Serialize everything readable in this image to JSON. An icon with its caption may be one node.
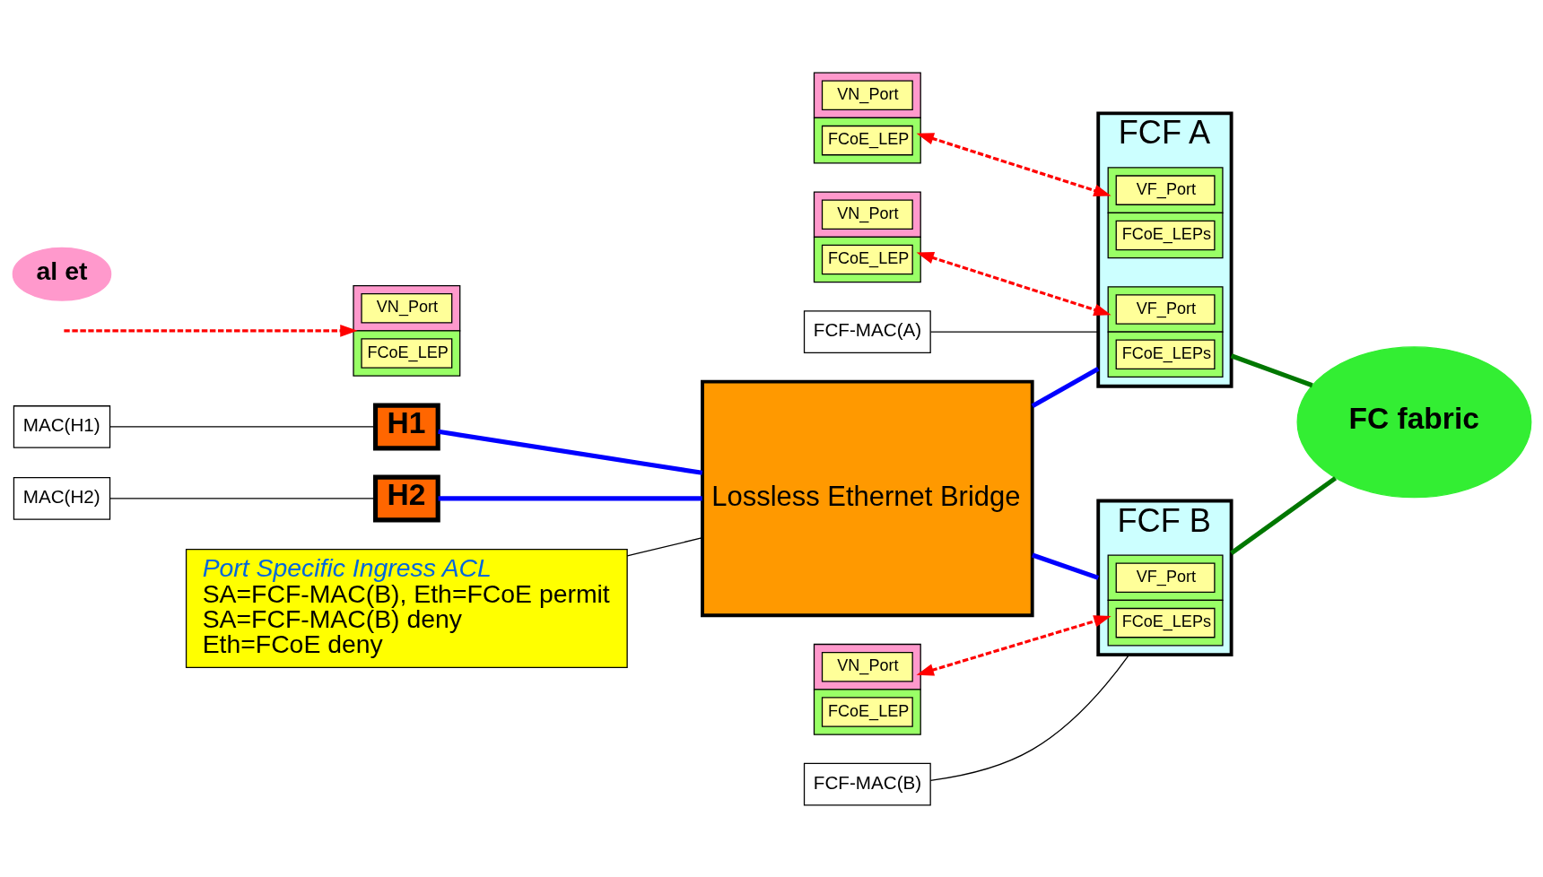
{
  "diagram": {
    "nodes": [
      {
        "text": [
          "VN_Port",
          "FCoE_LEP"
        ]
      },
      {
        "text": [
          "MAC(H1)"
        ]
      },
      {
        "text": [
          "H1"
        ]
      },
      {
        "text": [
          "VN_Port",
          "FCoE_LEP"
        ]
      },
      {
        "text": [
          "VN_Port",
          "FCoE_LEP"
        ]
      },
      {
        "text": [
          "MAC(H2)"
        ]
      },
      {
        "text": [
          "H2"
        ]
      },
      {
        "text": [
          "VN_Port",
          "FCoE_LEP"
        ]
      },
      {
        "text": [
          "FCF-MAC(A)"
        ]
      },
      {
        "text": [
          "FCF A"
        ]
      },
      {
        "text": [
          "VF_Port",
          "FCoE_LEPs"
        ],
        "in": 9
      },
      {
        "text": [
          "VF_Port",
          "FCoE_LEPs"
        ],
        "in": 9
      },
      {
        "text": [
          "Lossless Ethernet Bridge"
        ]
      },
      {
        "text": [
          "FCF-MAC(B)"
        ]
      },
      {
        "text": [
          "FCF B"
        ]
      },
      {
        "text": [
          "VF_Port",
          "FCoE_LEPs"
        ],
        "in": 14
      },
      {
        "text": [
          "FC fabric"
        ]
      },
      {
        "text": [
          "Port Specific Ingress ACL",
          "SA=FCF-MAC(B), Eth=FCoE permit",
          "SA=FCF-MAC(B) deny",
          "Eth=FCoE deny"
        ]
      },
      {
        "text": [
          "al et"
        ]
      }
    ],
    "edges": [
      {
        "from": 2,
        "to": 12,
        "arrow": "none",
        "color": "#0000ff"
      },
      {
        "from": 6,
        "to": 12,
        "arrow": "none",
        "color": "#0000ff"
      },
      {
        "from": 12,
        "to": 9,
        "arrow": "none",
        "color": "#0000ff"
      },
      {
        "from": 12,
        "to": 14,
        "arrow": "none",
        "color": "#0000ff"
      },
      {
        "from": 9,
        "to": 16,
        "arrow": "none",
        "color": "#007700"
      },
      {
        "from": 14,
        "to": 16,
        "arrow": "none",
        "color": "#007700"
      },
      {
        "from": 0,
        "to": 10,
        "arrow": "both",
        "style": "dashed",
        "color": "#ff0000"
      },
      {
        "from": 3,
        "to": 15,
        "arrow": "both",
        "style": "dashed",
        "color": "#ff0000"
      },
      {
        "from": 4,
        "to": 11,
        "arrow": "both",
        "style": "dashed",
        "color": "#ff0000"
      },
      {
        "from": null,
        "to": 7,
        "arrow": "to",
        "style": "dashed",
        "color": "#ff0000"
      },
      {
        "from": 1,
        "to": 2,
        "arrow": "none"
      },
      {
        "from": 5,
        "to": 6,
        "arrow": "none"
      },
      {
        "from": 8,
        "to": 9,
        "arrow": "none"
      },
      {
        "from": 13,
        "to": 14,
        "arrow": "none"
      },
      {
        "from": 17,
        "to": 12,
        "arrow": "none"
      }
    ]
  }
}
